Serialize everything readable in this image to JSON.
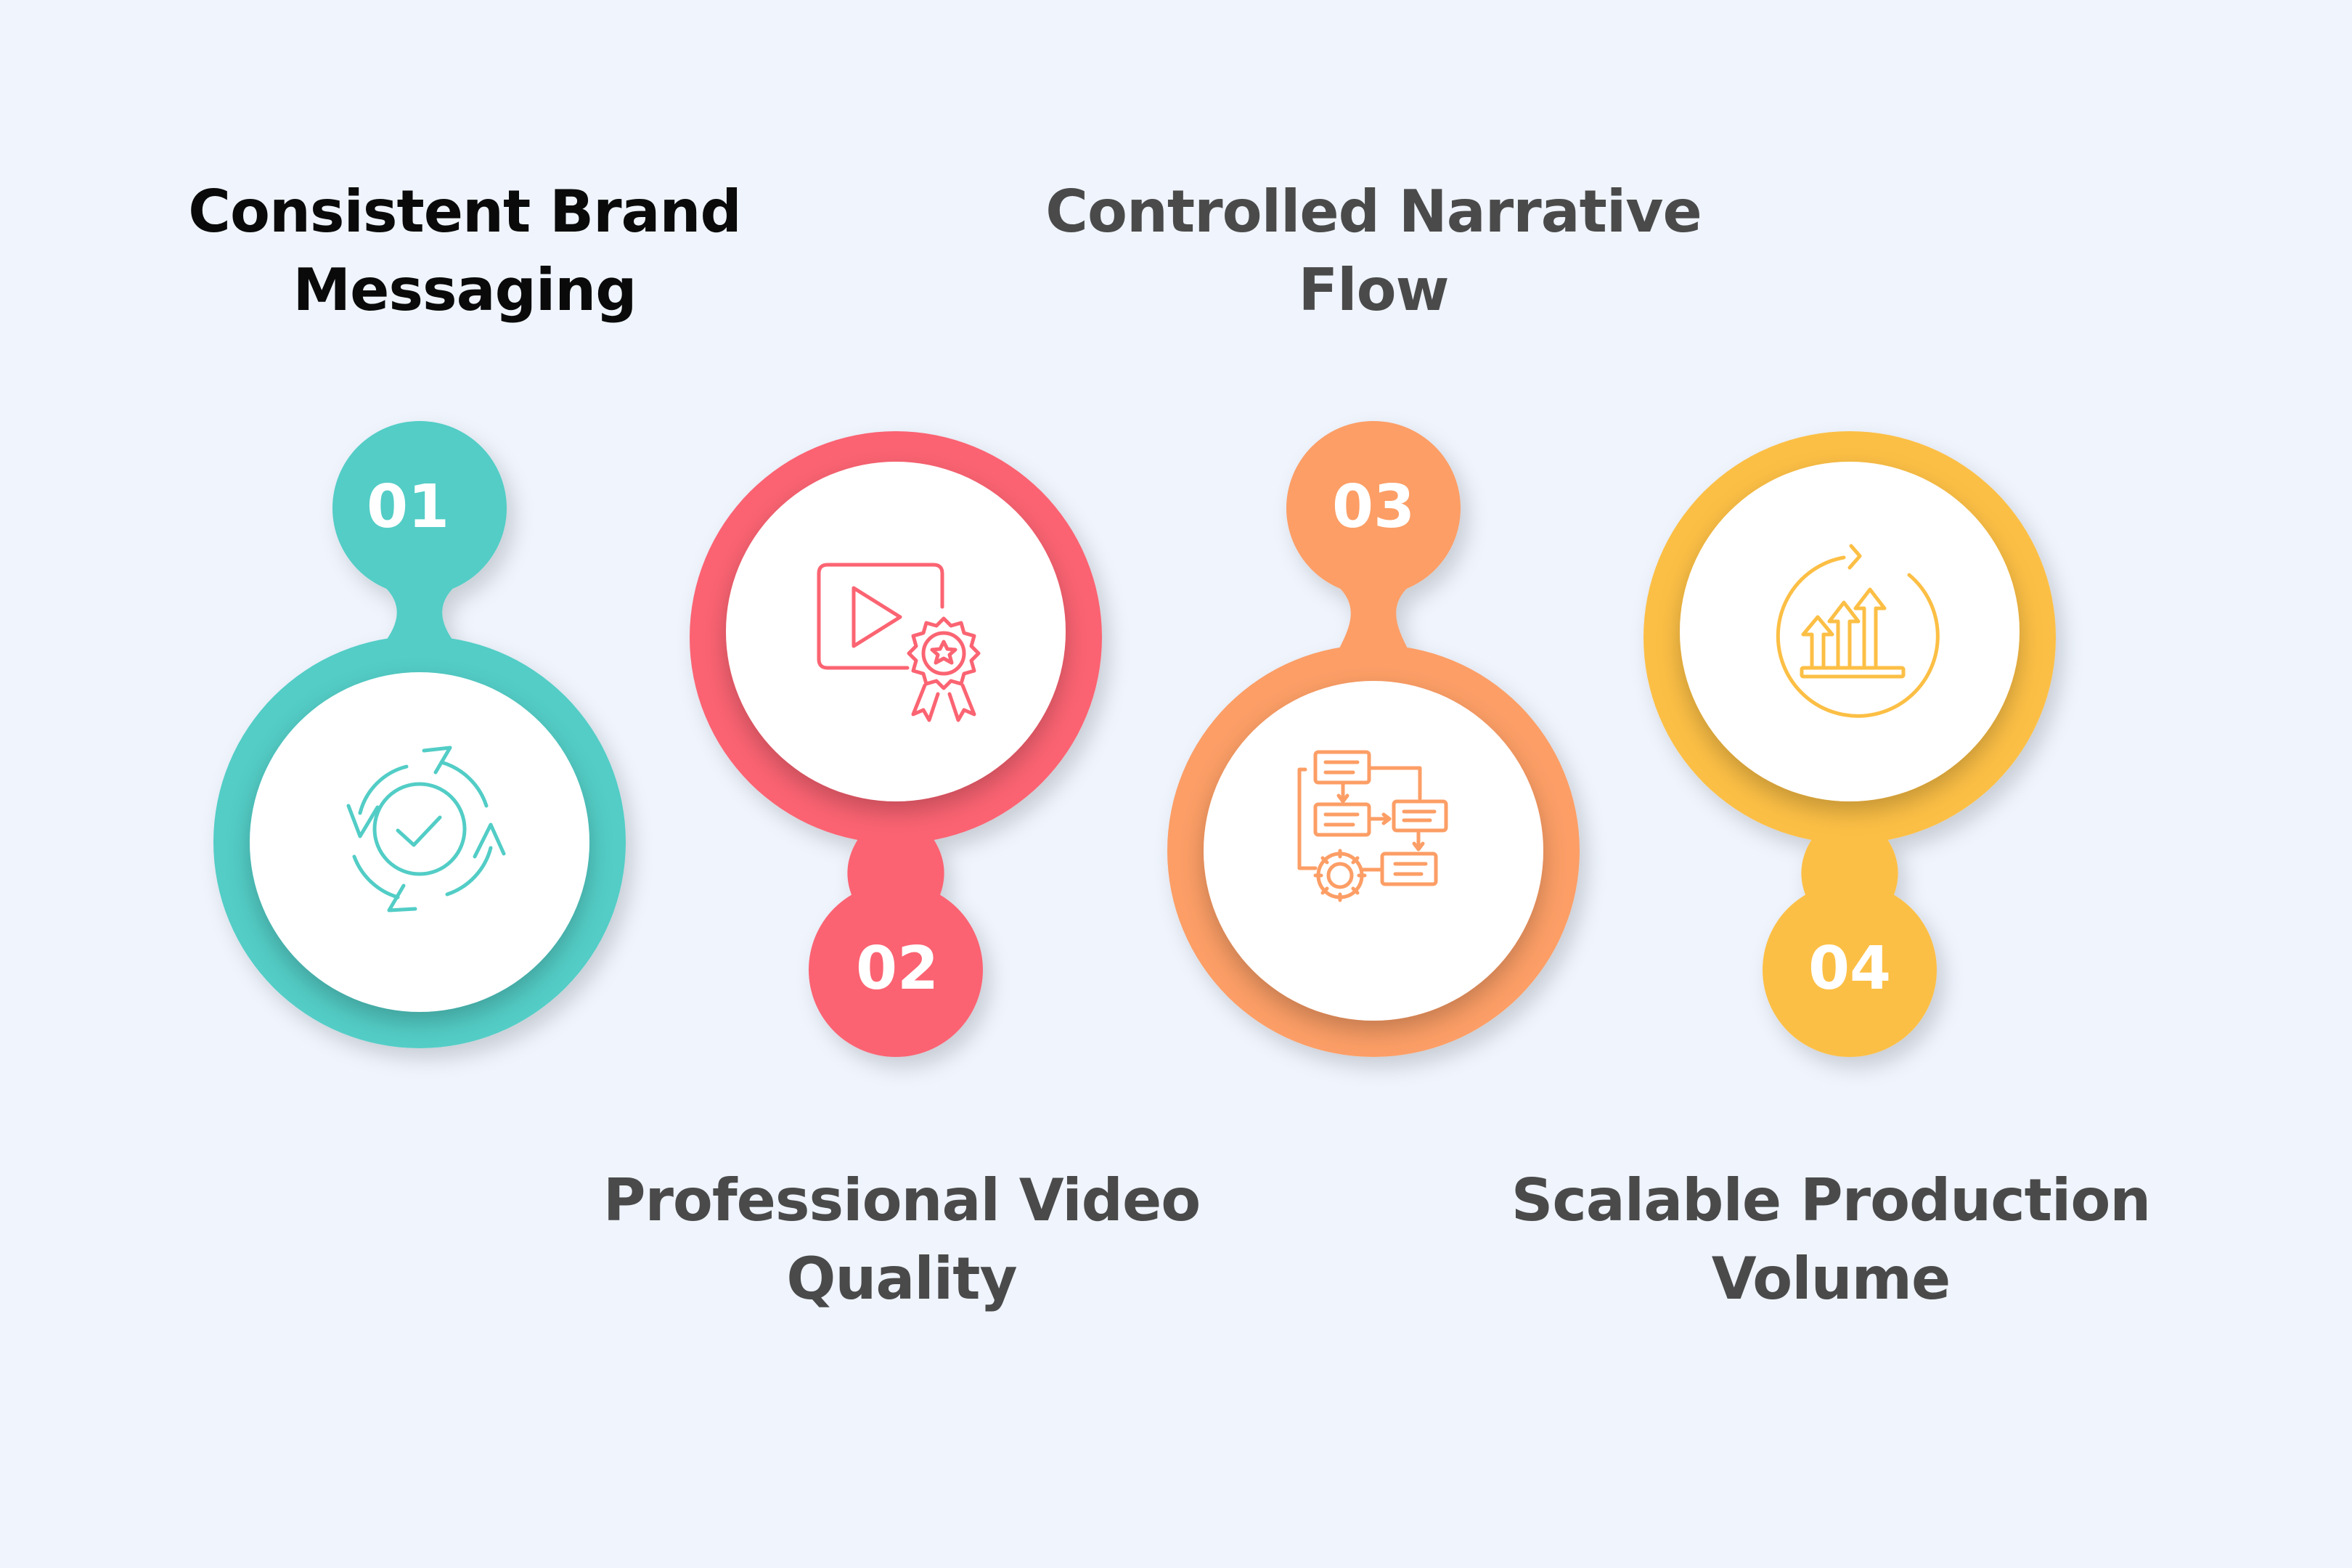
{
  "items": [
    {
      "number": "01",
      "title_line1": "Consistent Brand",
      "title_line2": "Messaging",
      "color": "#52cdc6",
      "title_color": "#0a0a0a",
      "icon": "refresh-check-icon"
    },
    {
      "number": "02",
      "title_line1": "Professional Video",
      "title_line2": "Quality",
      "color": "#fb6472",
      "title_color": "#4a4a4a",
      "icon": "video-award-icon"
    },
    {
      "number": "03",
      "title_line1": "Controlled Narrative",
      "title_line2": "Flow",
      "color": "#fc9e66",
      "title_color": "#4a4a4a",
      "icon": "workflow-gear-icon"
    },
    {
      "number": "04",
      "title_line1": "Scalable Production",
      "title_line2": "Volume",
      "color": "#fcbf45",
      "title_color": "#4a4a4a",
      "icon": "growth-arrows-icon"
    }
  ]
}
